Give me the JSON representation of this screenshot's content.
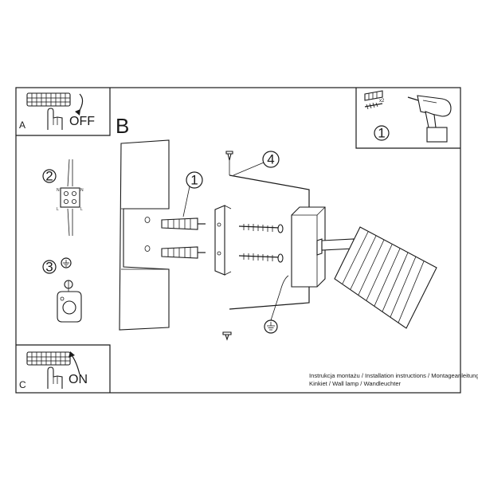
{
  "panels": {
    "a": {
      "letter": "A",
      "state": "OFF"
    },
    "b": {
      "letter": "B"
    },
    "c": {
      "letter": "C",
      "state": "ON"
    }
  },
  "steps": {
    "tools": "1",
    "terminal": "2",
    "ground": "3",
    "dowels": "1",
    "lamp": "4"
  },
  "tools": {
    "quantity": "x2"
  },
  "terminal_marks": {
    "n_left": "N",
    "n_right": "N",
    "l_left": "L",
    "l_right": "L"
  },
  "footer": {
    "line1": "Instrukcja montażu / Installation instructions / Montageanleitung",
    "line2": "Kinkiet / Wall lamp / Wandleuchter"
  },
  "icons": [
    "breaker-panel-icon",
    "hand-icon",
    "curved-arrow-icon",
    "screw-dowel-icon",
    "drill-icon",
    "ground-icon",
    "screw-icon"
  ]
}
